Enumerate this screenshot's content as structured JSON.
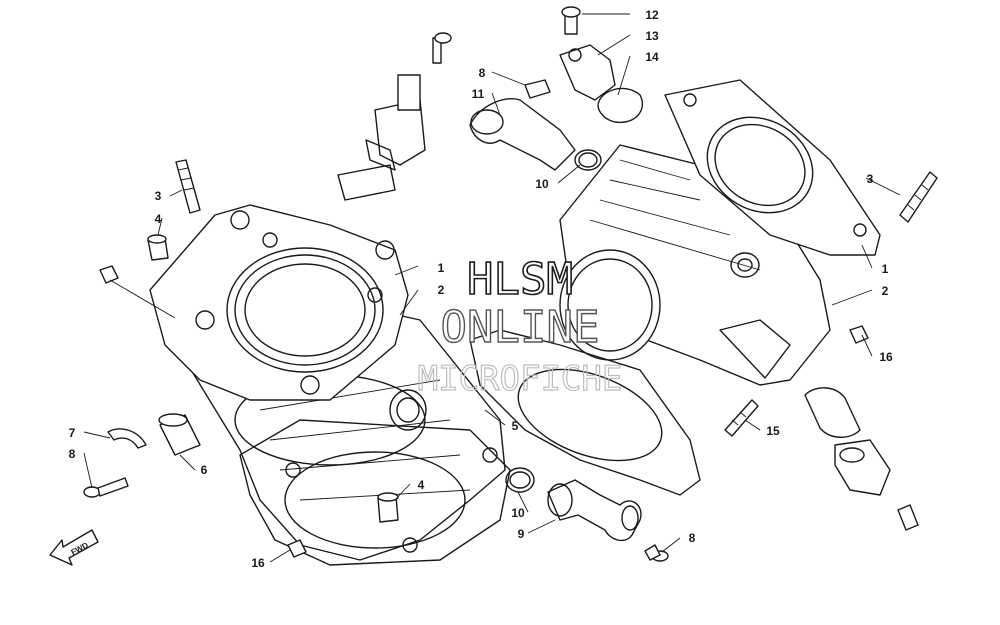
{
  "watermark": {
    "line1": "HLSM",
    "line2": "ONLINE",
    "line3": "MICROFICHE"
  },
  "direction_arrow": {
    "label": "FWD"
  },
  "callouts": {
    "c12": "12",
    "c13": "13",
    "c14": "14",
    "c8_top": "8",
    "c11": "11",
    "c10_top": "10",
    "c3_left": "3",
    "c4_left": "4",
    "c1_left": "1",
    "c2_left": "2",
    "c3_right": "3",
    "c1_right": "1",
    "c2_right": "2",
    "c16_right": "16",
    "c15": "15",
    "c5": "5",
    "c7": "7",
    "c8_left": "8",
    "c6": "6",
    "c4_bottom": "4",
    "c10_bottom": "10",
    "c9": "9",
    "c8_bottom": "8",
    "c16_bottom": "16"
  }
}
